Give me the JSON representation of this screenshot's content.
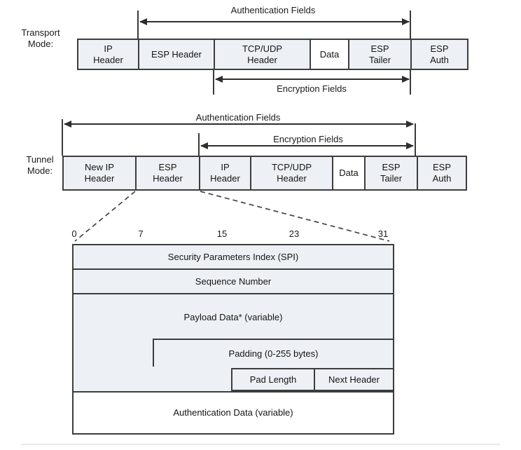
{
  "colors": {
    "box_fill": "#edf1f5",
    "box_fill_white": "#ffffff",
    "border": "#3d3d3d",
    "divider": "#e9e9e9"
  },
  "transport": {
    "mode_label": "Transport\nMode:",
    "auth_label": "Authentication Fields",
    "enc_label": "Encryption Fields",
    "boxes": [
      {
        "label": "IP\nHeader"
      },
      {
        "label": "ESP Header"
      },
      {
        "label": "TCP/UDP\nHeader"
      },
      {
        "label": "Data"
      },
      {
        "label": "ESP\nTailer"
      },
      {
        "label": "ESP\nAuth"
      }
    ]
  },
  "tunnel": {
    "mode_label": "Tunnel\nMode:",
    "auth_label": "Authentication Fields",
    "enc_label": "Encryption Fields",
    "boxes": [
      {
        "label": "New IP\nHeader"
      },
      {
        "label": "ESP\nHeader"
      },
      {
        "label": "IP\nHeader"
      },
      {
        "label": "TCP/UDP\nHeader"
      },
      {
        "label": "Data"
      },
      {
        "label": "ESP\nTailer"
      },
      {
        "label": "ESP\nAuth"
      }
    ]
  },
  "esp_header_detail": {
    "bit_labels": [
      "0",
      "7",
      "15",
      "23",
      "31"
    ],
    "fields": {
      "spi": "Security Parameters Index (SPI)",
      "sequence": "Sequence Number",
      "payload": "Payload Data* (variable)",
      "padding": "Padding (0-255 bytes)",
      "pad_length": "Pad Length",
      "next_header": "Next Header",
      "auth_data": "Authentication Data (variable)"
    }
  }
}
